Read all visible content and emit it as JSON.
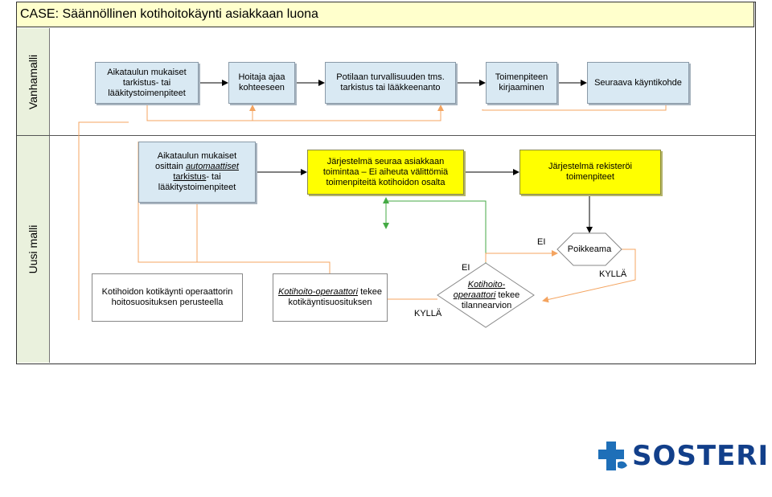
{
  "title": "CASE: Säännöllinen kotihoitokäynti asiakkaan luona",
  "lanes": {
    "old": "Vanhamalli",
    "new": "Uusi malli"
  },
  "old_model": {
    "step1": "Aikataulun mukaiset tarkistus- tai lääkitystoimenpiteet",
    "step2": "Hoitaja ajaa kohteeseen",
    "step3": "Potilaan turvallisuuden tms. tarkistus tai lääkkeenanto",
    "step4": "Toimenpiteen kirjaaminen",
    "step5": "Seuraava käyntikohde"
  },
  "new_model": {
    "auto_a": "Aikataulun mukaiset osittain ",
    "auto_b": "automaattiset",
    "auto_c": "tarkistus",
    "auto_d": "- tai lääkitystoimenpiteet",
    "monitor": "Järjestelmä seuraa asiakkaan toimintaa – Ei aiheuta välittömiä toimenpiteitä kotihoidon osalta",
    "register": "Järjestelmä rekisteröi toimenpiteet",
    "visit": "Kotihoidon kotikäynti operaattorin hoitosuosituksen perusteella",
    "rec_a": "Kotihoito-operaattori",
    "rec_b": " tekee kotikäyntisuosituksen",
    "eval_a": "Kotihoito-operaattori",
    "eval_b": " tekee tilannearvion",
    "deviation": "Poikkeama"
  },
  "labels": {
    "ei1": "EI",
    "kylla1": "KYLLÄ",
    "ei2": "EI",
    "kylla2": "KYLLÄ"
  },
  "logo": {
    "text": "SOSTERI"
  },
  "colors": {
    "blue_box": "#d9e9f3",
    "yellow_box": "#ffff00",
    "lane_bg": "#eaf1dd",
    "title_bg": "#ffffcc",
    "orange_line": "#f4a460",
    "green_line": "#44aa44",
    "logo": "#123f8a"
  }
}
